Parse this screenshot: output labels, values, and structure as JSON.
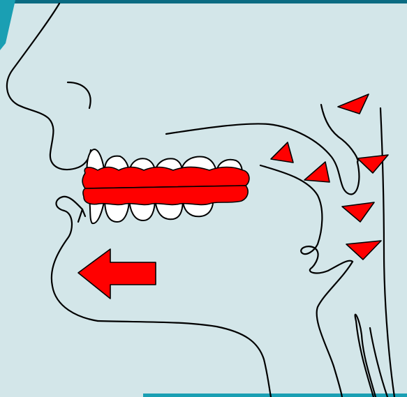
{
  "slide": {
    "background": "#d3e6e9",
    "accent_bar": "#0b6b82",
    "accent_corner": "#1a9fb3"
  },
  "diagram": {
    "mouthguard_color": "#ff0000",
    "arrow_color": "#ff0000",
    "arrow_direction": "left",
    "airway_arrows": [
      "red-arrowhead",
      "red-arrowhead",
      "red-arrowhead",
      "red-arrowhead",
      "red-arrowhead",
      "red-arrowhead"
    ]
  }
}
